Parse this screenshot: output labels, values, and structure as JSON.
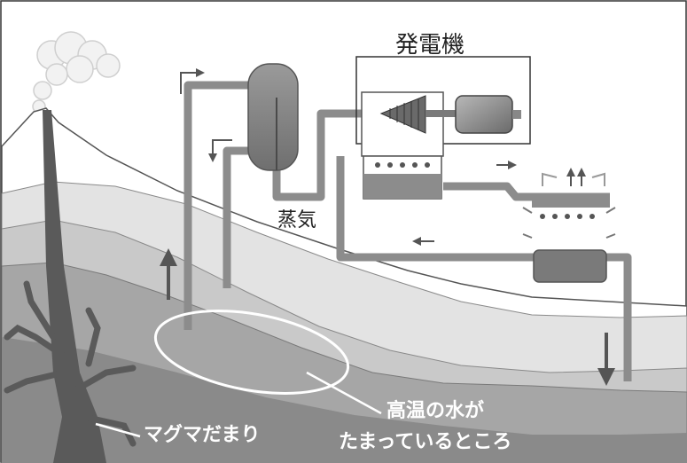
{
  "labels": {
    "generator": "発電機",
    "steam": "蒸気",
    "magma_chamber": "マグマだまり",
    "hot_water_line1": "高温の水が",
    "hot_water_line2": "たまっているところ"
  },
  "colors": {
    "sky": "#ffffff",
    "mountain_light": "#e3e3e3",
    "mountain_mid": "#c9c9c9",
    "ground_dark": "#a6a6a6",
    "ground_darkest": "#8a8a8a",
    "pipe": "#8c8c8c",
    "reservoir_outline": "#ffffff",
    "label_white": "#ffffff"
  }
}
